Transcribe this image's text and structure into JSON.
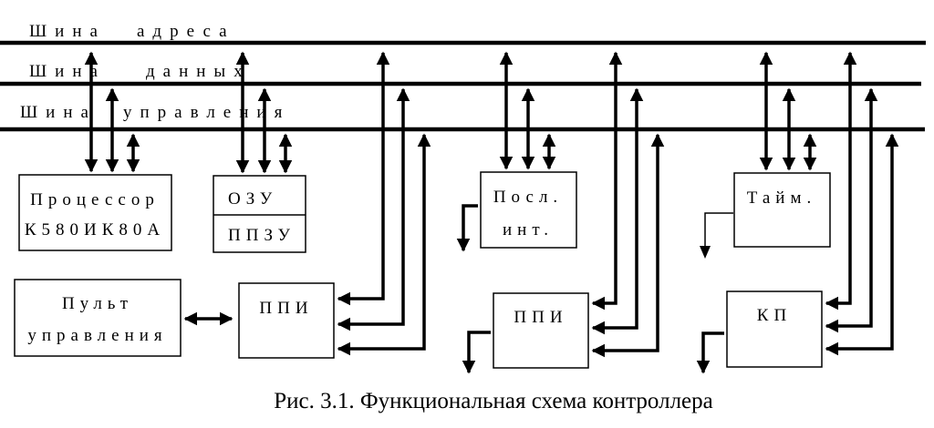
{
  "buses": {
    "address": [
      "Шина",
      "адреса"
    ],
    "data": [
      "Шина",
      "данных"
    ],
    "control": [
      "Шина",
      "управления"
    ]
  },
  "blocks": {
    "cpu": [
      "Процессор",
      "К580ИК80А"
    ],
    "ram": "ОЗУ",
    "rom": "ППЗУ",
    "serial": [
      "Посл.",
      "инт."
    ],
    "timer": "Тайм.",
    "panel": [
      "Пульт",
      "управления"
    ],
    "ppi1": "ППИ",
    "ppi2": "ППИ",
    "kp": "КП"
  },
  "caption": "Рис. 3.1. Функциональная схема контроллера"
}
